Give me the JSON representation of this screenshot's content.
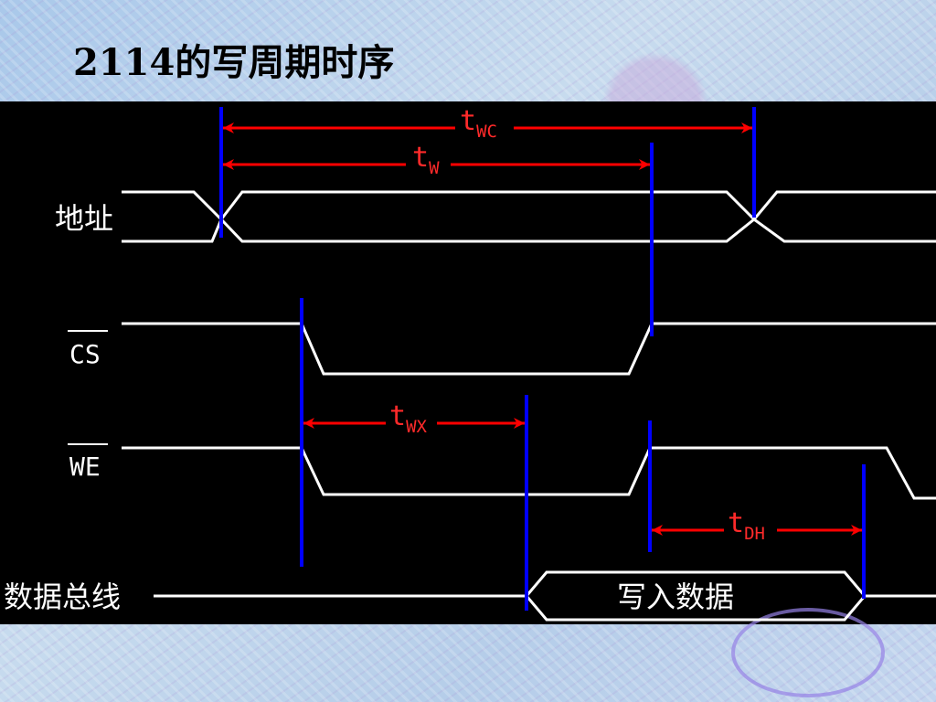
{
  "slide": {
    "title": "2114的写周期时序"
  },
  "signals": {
    "address": "地址",
    "cs": "CS",
    "we": "WE",
    "data_bus": "数据总线",
    "data_content": "写入数据"
  },
  "timings": {
    "twc": {
      "main": "t",
      "sub": "WC"
    },
    "tw": {
      "main": "t",
      "sub": "W"
    },
    "twx": {
      "main": "t",
      "sub": "WX"
    },
    "tdh": {
      "main": "t",
      "sub": "DH"
    }
  },
  "colors": {
    "signal": "#ffffff",
    "marker": "#0000ff",
    "timing": "#ff0000",
    "panel": "#000000"
  }
}
